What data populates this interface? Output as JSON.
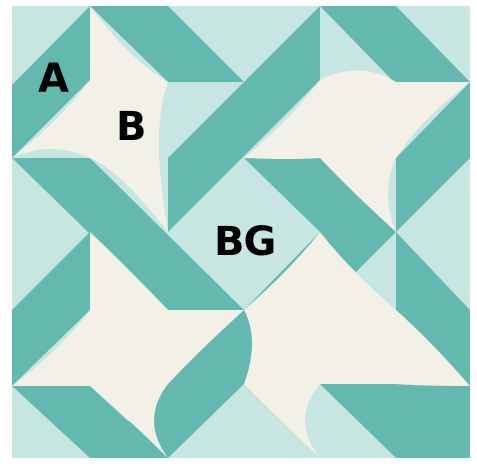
{
  "colors": {
    "background": "#c7e5e1",
    "teal": "#63b9ae",
    "cream": "#f3f0e8",
    "label": "#000000"
  },
  "labels": {
    "a": "A",
    "b": "B",
    "bg": "BG"
  }
}
